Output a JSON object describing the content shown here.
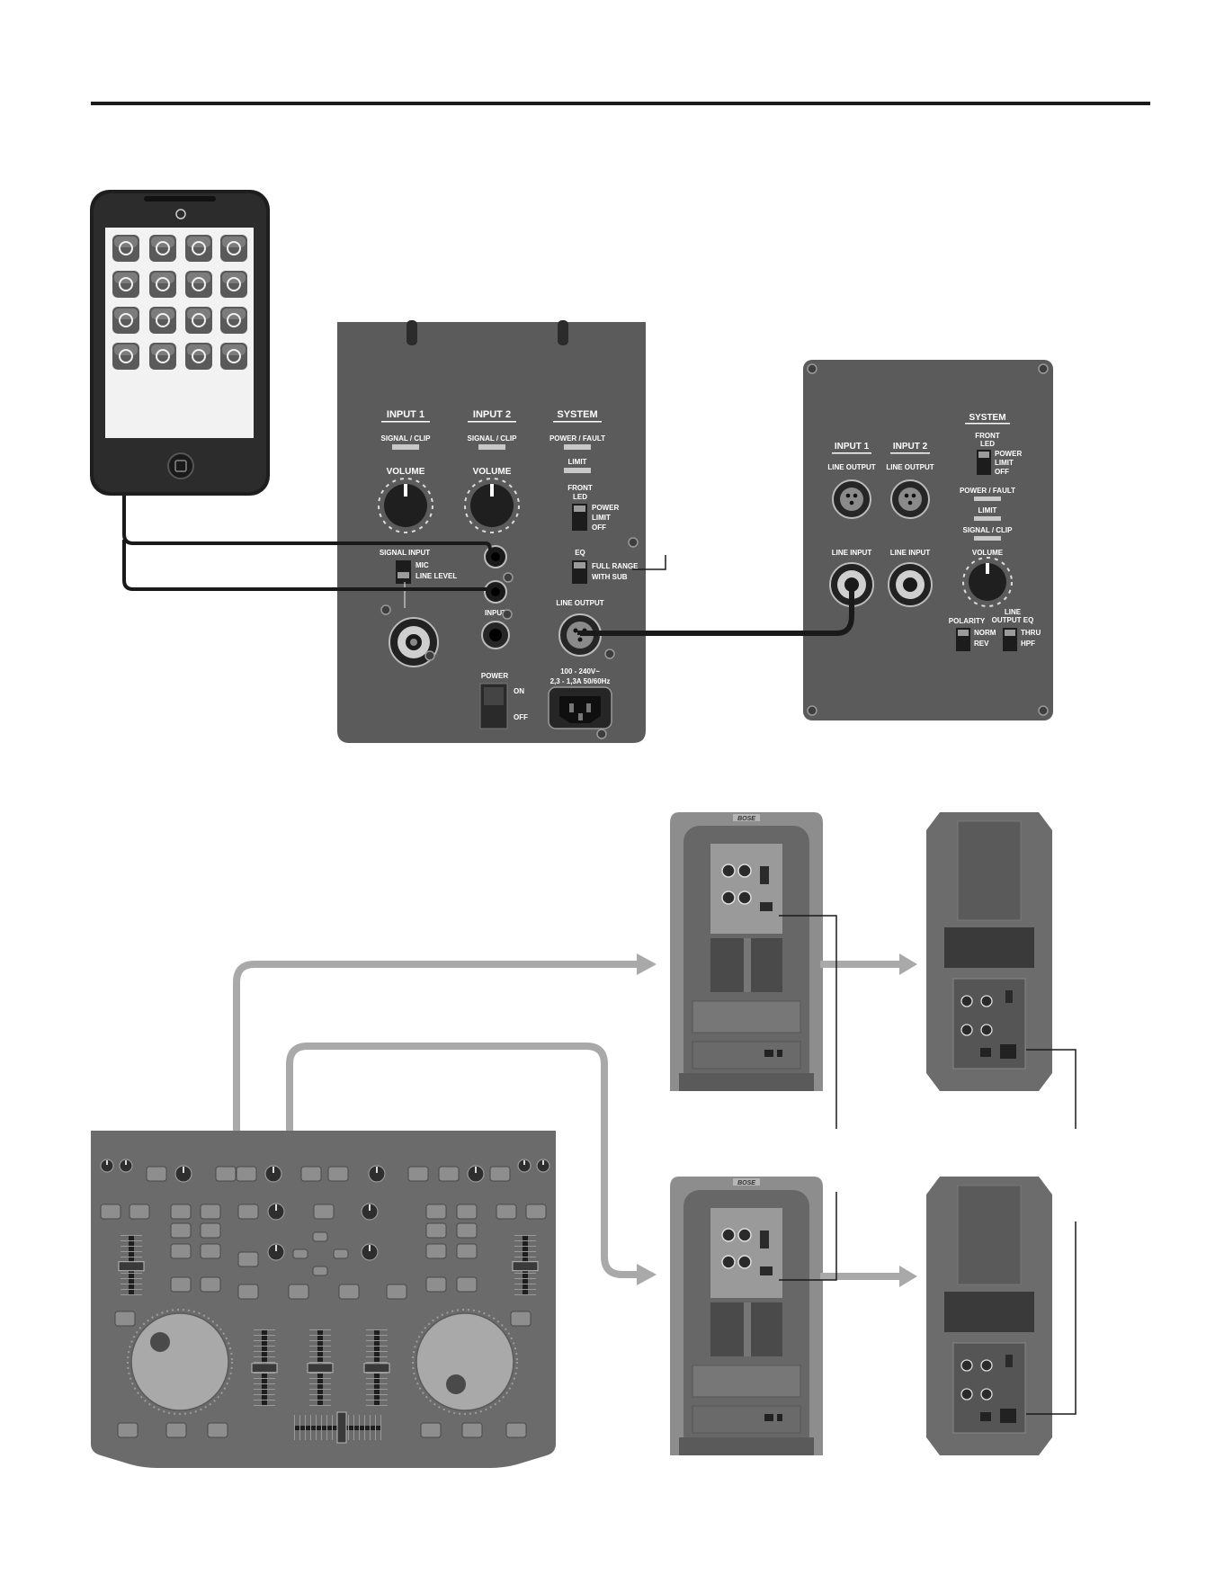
{
  "panel1": {
    "input1": {
      "header": "INPUT 1",
      "led": "SIGNAL / CLIP",
      "volume": "VOLUME"
    },
    "input2": {
      "header": "INPUT 2",
      "led": "SIGNAL / CLIP",
      "volume": "VOLUME"
    },
    "system": {
      "header": "SYSTEM",
      "led_power": "POWER / FAULT",
      "led_limit": "LIMIT",
      "front_led": "FRONT",
      "front_led2": "LED",
      "opt_power": "POWER",
      "opt_limit": "LIMIT",
      "opt_off": "OFF"
    },
    "signal_input": {
      "label": "SIGNAL INPUT",
      "opt_mic": "MIC",
      "opt_line": "LINE LEVEL"
    },
    "eq": {
      "label": "EQ",
      "opt_full": "FULL RANGE",
      "opt_sub": "WITH SUB"
    },
    "line_output": "LINE OUTPUT",
    "input_jack": "INPUT",
    "power": {
      "label": "POWER",
      "on": "ON",
      "off": "OFF"
    },
    "mains": {
      "line1": "100 - 240V~",
      "line2": "2,3 - 1,3A   50/60Hz"
    }
  },
  "panel2": {
    "system": {
      "header": "SYSTEM",
      "front_led": "FRONT",
      "front_led2": "LED",
      "opt_power": "POWER",
      "opt_limit": "LIMIT",
      "opt_off": "OFF",
      "led_power": "POWER / FAULT",
      "led_limit": "LIMIT",
      "led_signal": "SIGNAL / CLIP",
      "volume": "VOLUME"
    },
    "input1": {
      "header": "INPUT 1",
      "line_output": "LINE OUTPUT",
      "line_input": "LINE INPUT"
    },
    "input2": {
      "header": "INPUT 2",
      "line_output": "LINE OUTPUT",
      "line_input": "LINE INPUT"
    },
    "polarity": {
      "label": "POLARITY",
      "opt_norm": "NORM",
      "opt_rev": "REV"
    },
    "line_output_eq": {
      "label": "LINE",
      "label2": "OUTPUT EQ",
      "opt_thru": "THRU",
      "opt_hpf": "HPF"
    }
  },
  "speaker_logo": "BOSE",
  "colors": {
    "panel": "#5b5b5b",
    "panel_dark": "#3e3e3e",
    "cable_dark": "#1a1a1a",
    "cable_gray": "#a9a9a9",
    "mixer": "#6b6b6b",
    "rule": "#1b1b1b"
  },
  "icons": {
    "phone": "smartphone-icon",
    "mixer": "dj-controller-icon"
  }
}
